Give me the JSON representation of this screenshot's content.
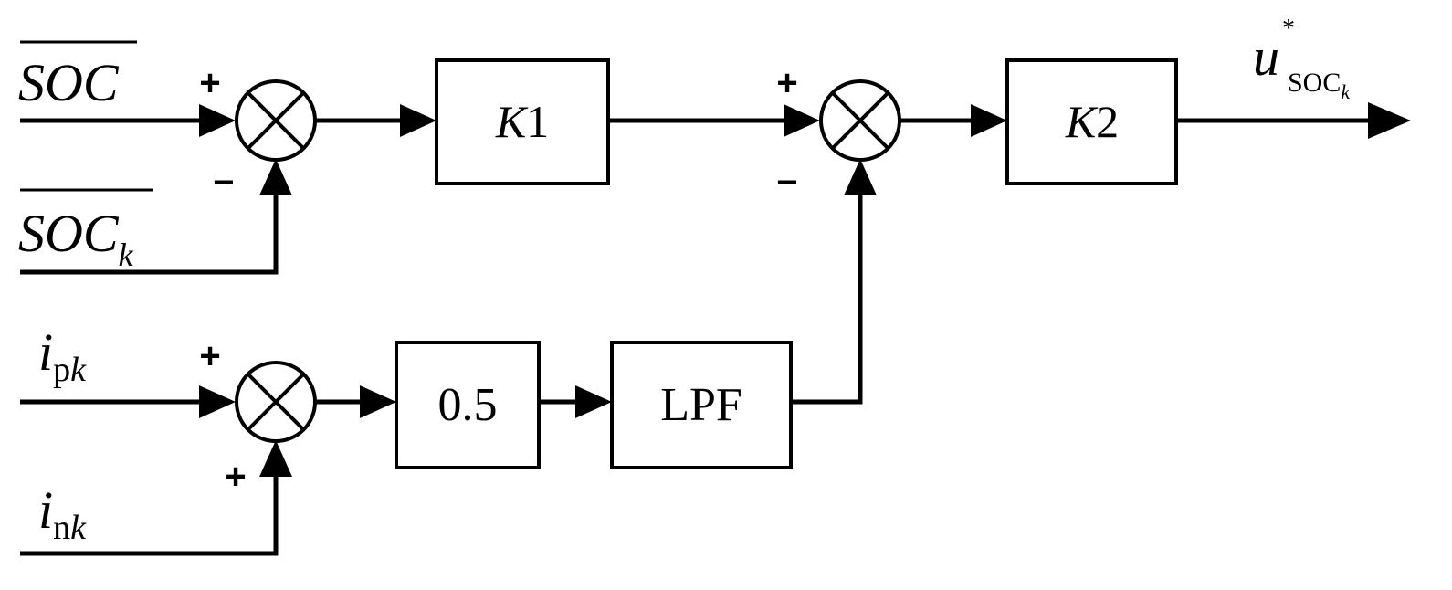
{
  "inputs": {
    "soc_avg": {
      "base": "SOC"
    },
    "soc_k": {
      "base": "SOC",
      "sub": "k"
    },
    "i_pk": {
      "base": "i",
      "sub_roman": "p",
      "sub_italic": "k"
    },
    "i_nk": {
      "base": "i",
      "sub_roman": "n",
      "sub_italic": "k"
    }
  },
  "output": {
    "base": "u",
    "sup": "*",
    "sub": "SOC",
    "sub_sub": "k"
  },
  "blocks": {
    "k1": {
      "letter": "K",
      "index": "1"
    },
    "k2": {
      "letter": "K",
      "index": "2"
    },
    "gain": "0.5",
    "lpf": "LPF"
  },
  "signs": {
    "sum1_top": "+",
    "sum1_bottom": "−",
    "sum2_top": "+",
    "sum2_bottom": "−",
    "sum3_top": "+",
    "sum3_bottom": "+"
  }
}
